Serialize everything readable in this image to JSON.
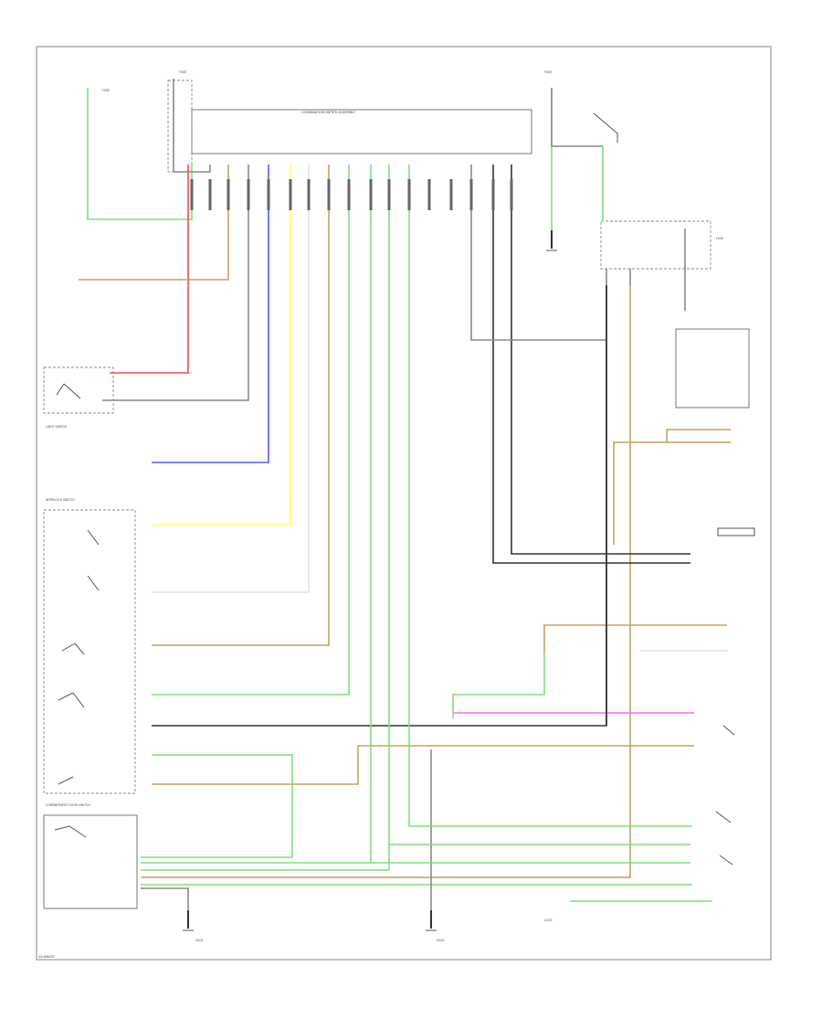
{
  "colors": {
    "black": "#333333",
    "gray": "#8a8a8a",
    "green": "#7fe07f",
    "red": "#ff4a4a",
    "blue": "#5a5aff",
    "yellow": "#ffff66",
    "tan": "#c9a060",
    "violet": "#ff66ff",
    "white": "#e4e4e4"
  },
  "labels": {
    "module": "COMBINATION METER ASSEMBLY",
    "light_sw": "LIGHT SWITCH",
    "intlk": "INTERLOCK SWITCH",
    "compartment": "COMPARTMENT DOOR SWITCH",
    "ground_left": "G101",
    "ground_mid": "G102",
    "ground_right": "G103",
    "fuse_a": "FUSE",
    "fuse_b": "FUSE",
    "fuse_c": "FUSE",
    "fuse_d": "FUSE",
    "bottom_left_note": "SCHEMATIC"
  }
}
